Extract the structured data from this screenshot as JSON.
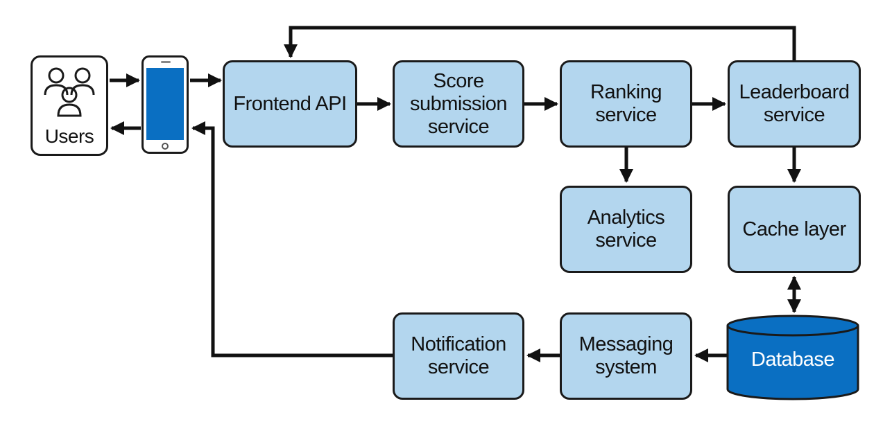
{
  "diagram": {
    "users": {
      "label": "Users",
      "icon": "users-icon"
    },
    "device": {
      "icon": "smartphone-icon"
    },
    "nodes": {
      "frontend_api": "Frontend API",
      "score_submission": "Score\nsubmission\nservice",
      "ranking": "Ranking\nservice",
      "leaderboard": "Leaderboard\nservice",
      "analytics": "Analytics\nservice",
      "cache": "Cache layer",
      "database": "Database",
      "messaging": "Messaging\nsystem",
      "notification": "Notification\nservice"
    },
    "colors": {
      "node_fill": "#b3d6ee",
      "database_fill": "#0a6fc2",
      "stroke": "#1a1a1a"
    }
  }
}
